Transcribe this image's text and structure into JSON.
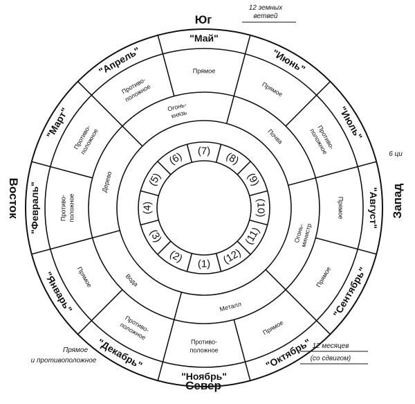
{
  "directions": {
    "south": "Юг",
    "north": "Север",
    "east": "Восток",
    "west": "Запад"
  },
  "notes": {
    "branches": [
      "12 земных",
      "ветвей"
    ],
    "qi": "6 ци",
    "months": [
      "12 месяцев",
      "(со сдвигом)"
    ],
    "direct_opposite": [
      "Прямое",
      "и противоположное"
    ]
  },
  "months": [
    "\"Май\"",
    "\"Июнь\"",
    "\"Июль\"",
    "\"Август\"",
    "\"Сентябрь\"",
    "\"Октябрь\"",
    "\"Ноябрь\"",
    "\"Декабрь\"",
    "\"Январь\"",
    "\"Февраль\"",
    "\"Март\"",
    "\"Апрель\""
  ],
  "relations": [
    {
      "lines": [
        "Прямое"
      ]
    },
    {
      "lines": [
        "Прямое"
      ]
    },
    {
      "lines": [
        "Противо-",
        "положное"
      ]
    },
    {
      "lines": [
        "Прямое"
      ]
    },
    {
      "lines": [
        "Прямое"
      ]
    },
    {
      "lines": [
        "Прямое"
      ]
    },
    {
      "lines": [
        "Противо-",
        "положное"
      ]
    },
    {
      "lines": [
        "Противо-",
        "положное"
      ]
    },
    {
      "lines": [
        "Прямое"
      ]
    },
    {
      "lines": [
        "Противо-",
        "положное"
      ]
    },
    {
      "lines": [
        "Противо-",
        "положное"
      ]
    },
    {
      "lines": [
        "Противо-",
        "положное"
      ]
    }
  ],
  "elements": [
    {
      "lines": [
        "Огонь-",
        "князь"
      ]
    },
    {
      "lines": [
        "Почва"
      ]
    },
    {
      "lines": [
        "Огонь-",
        "министр"
      ]
    },
    {
      "lines": [
        "Металл"
      ]
    },
    {
      "lines": [
        "Вода"
      ]
    },
    {
      "lines": [
        "Дерево"
      ]
    }
  ],
  "branch_numbers": [
    "(7)",
    "(8)",
    "(9)",
    "(10)",
    "(11)",
    "(12)",
    "(1)",
    "(2)",
    "(3)",
    "(4)",
    "(5)",
    "(6)"
  ]
}
